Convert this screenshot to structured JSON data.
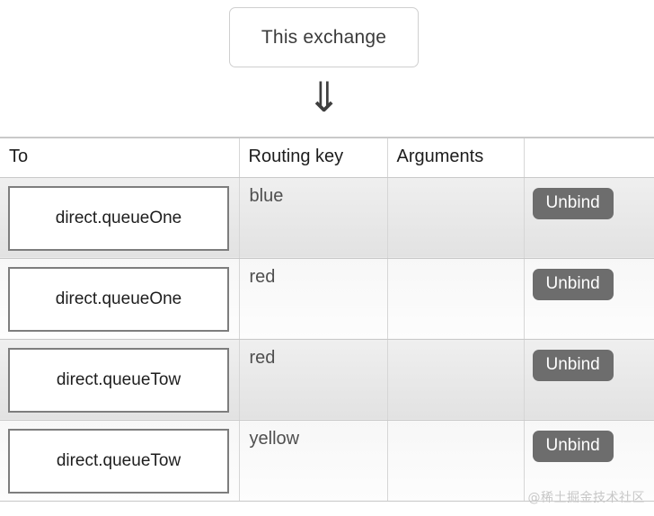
{
  "diagram": {
    "exchange_label": "This exchange",
    "arrow_glyph": "⇓"
  },
  "table": {
    "columns": [
      "To",
      "Routing key",
      "Arguments",
      ""
    ],
    "rows": [
      {
        "to": "direct.queueOne",
        "routing_key": "blue",
        "arguments": "",
        "action_label": "Unbind"
      },
      {
        "to": "direct.queueOne",
        "routing_key": "red",
        "arguments": "",
        "action_label": "Unbind"
      },
      {
        "to": "direct.queueTow",
        "routing_key": "red",
        "arguments": "",
        "action_label": "Unbind"
      },
      {
        "to": "direct.queueTow",
        "routing_key": "yellow",
        "arguments": "",
        "action_label": "Unbind"
      }
    ]
  },
  "watermark": {
    "text": "@稀土掘金技术社区"
  },
  "colors": {
    "button_bg": "#6d6d6d",
    "button_text": "#ffffff",
    "row_shaded": "#e8e8e8",
    "row_plain": "#fbfbfb",
    "border": "#c9c9c9"
  }
}
